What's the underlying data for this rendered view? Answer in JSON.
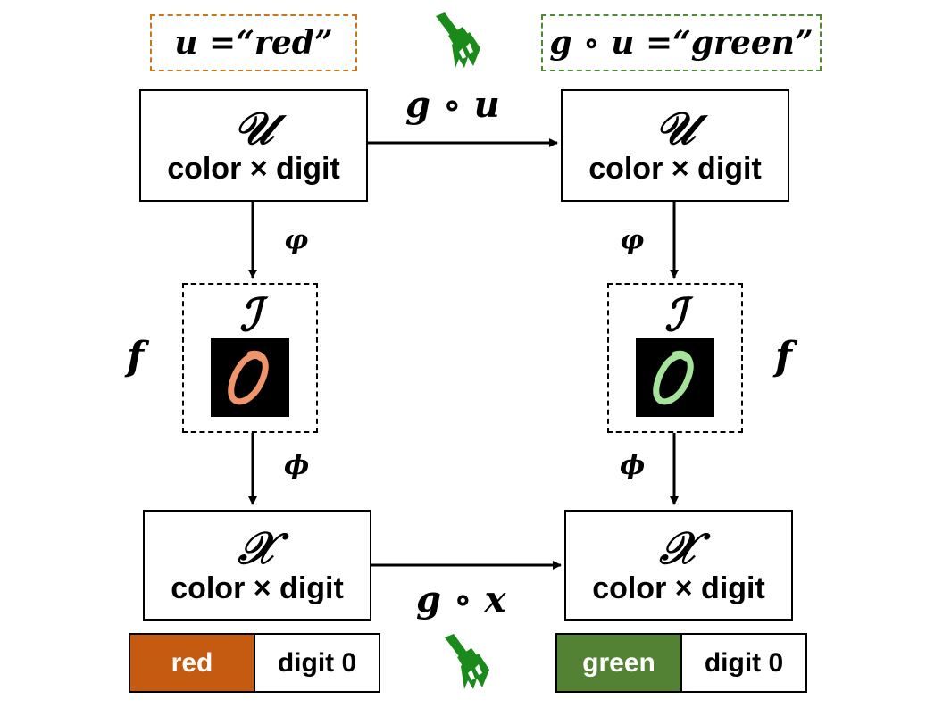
{
  "colors": {
    "red_tag_border": "#c8771f",
    "green_tag_border": "#4f8a36",
    "red_swatch": "#c55a11",
    "green_swatch": "#548235",
    "brush": "#1a8a1a",
    "digit_red": "#f0956a",
    "digit_green": "#a6e39a"
  },
  "icons": [
    "paint-brush-icon",
    "paint-brush-icon"
  ],
  "tags": {
    "left": "u =“red”",
    "right": "g ∘ u =“green”"
  },
  "boxes": {
    "u_symbol": "𝒰",
    "x_symbol": "𝒳",
    "i_symbol": "ℐ",
    "subtitle": "color × digit"
  },
  "arrows": {
    "top": "g ∘ u",
    "bottom": "g ∘ x",
    "phi_upper": "φ",
    "phi_lower": "ϕ",
    "f": "f"
  },
  "bars": {
    "left": {
      "color": "red",
      "digit": "digit 0"
    },
    "right": {
      "color": "green",
      "digit": "digit 0"
    }
  }
}
